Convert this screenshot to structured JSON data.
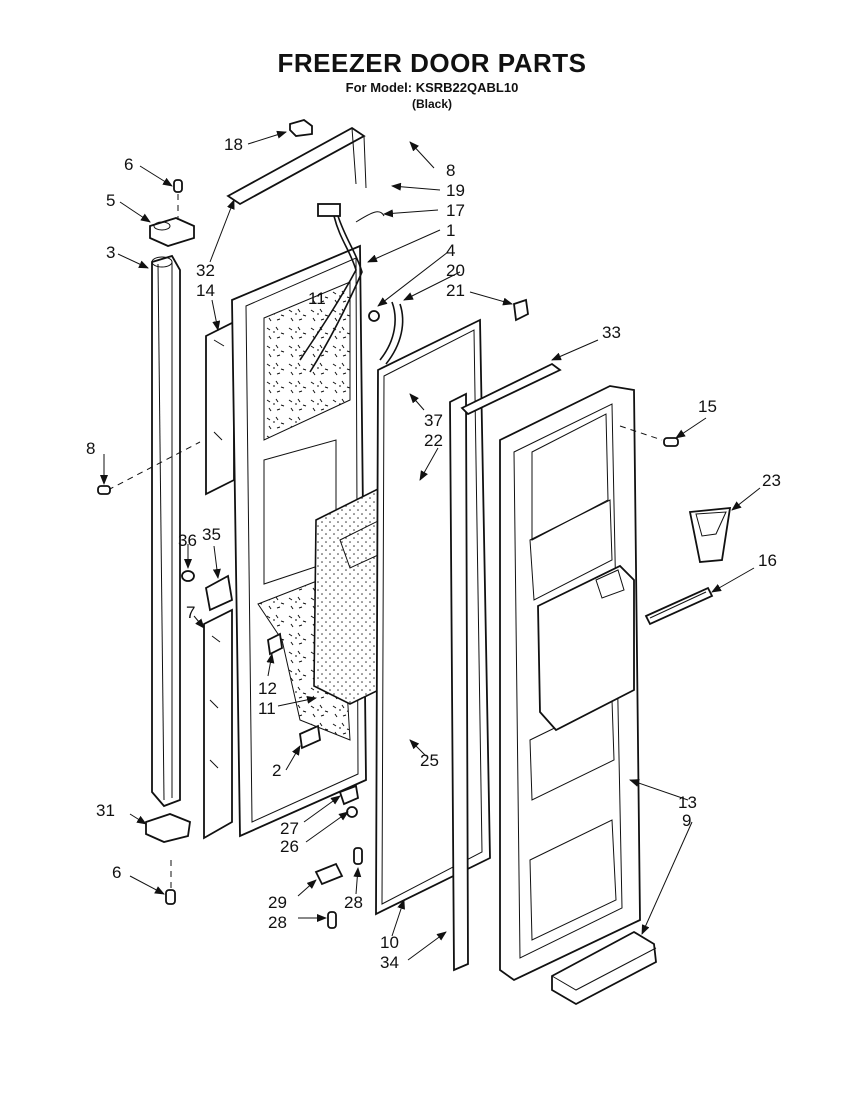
{
  "header": {
    "title": "FREEZER DOOR PARTS",
    "model_line": "For Model: KSRB22QABL10",
    "color_variant": "(Black)"
  },
  "callouts": {
    "c1": "1",
    "c2": "2",
    "c3": "3",
    "c4": "4",
    "c5": "5",
    "c6a": "6",
    "c6b": "6",
    "c7": "7",
    "c8a": "8",
    "c8b": "8",
    "c9": "9",
    "c10": "10",
    "c11a": "11",
    "c11b": "11",
    "c12": "12",
    "c13": "13",
    "c14": "14",
    "c15": "15",
    "c16": "16",
    "c17": "17",
    "c18": "18",
    "c19": "19",
    "c20": "20",
    "c21": "21",
    "c22": "22",
    "c23": "23",
    "c25": "25",
    "c26": "26",
    "c27": "27",
    "c28a": "28",
    "c28b": "28",
    "c29": "29",
    "c31": "31",
    "c32": "32",
    "c33": "33",
    "c34": "34",
    "c35": "35",
    "c36": "36",
    "c37": "37"
  }
}
